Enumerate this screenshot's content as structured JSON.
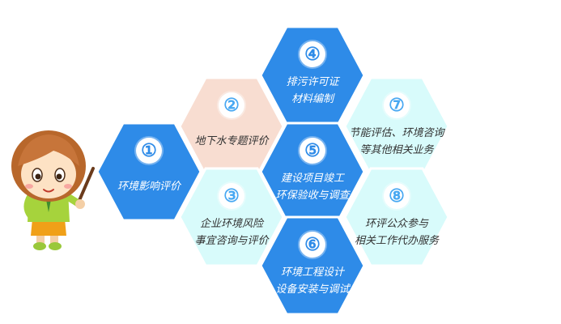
{
  "colors": {
    "blue": "#2e8be8",
    "pink": "#f8ddd1",
    "cyan": "#d8fbfb",
    "blue_text": "#ffffff",
    "light_text": "#333333",
    "number_on_blue": "#2e8be8",
    "number_on_light": "#48a8f2"
  },
  "hexagons": [
    {
      "number": "①",
      "lines": [
        "环境影响评价"
      ],
      "color": "blue"
    },
    {
      "number": "②",
      "lines": [
        "地下水专题评价"
      ],
      "color": "pink"
    },
    {
      "number": "③",
      "lines": [
        "企业环境风险",
        "事宜咨询与评价"
      ],
      "color": "cyan"
    },
    {
      "number": "④",
      "lines": [
        "排污许可证",
        "材料编制"
      ],
      "color": "blue"
    },
    {
      "number": "⑤",
      "lines": [
        "建设项目竣工",
        "环保验收与调查"
      ],
      "color": "blue"
    },
    {
      "number": "⑥",
      "lines": [
        "环境工程设计",
        "设备安装与调试"
      ],
      "color": "blue"
    },
    {
      "number": "⑦",
      "lines": [
        "节能评估、环境咨询",
        "等其他相关业务"
      ],
      "color": "cyan"
    },
    {
      "number": "⑧",
      "lines": [
        "环评公众参与",
        "相关工作代办服务"
      ],
      "color": "cyan"
    }
  ],
  "mascot": {
    "icon": "cartoon-girl-pointer-icon"
  }
}
